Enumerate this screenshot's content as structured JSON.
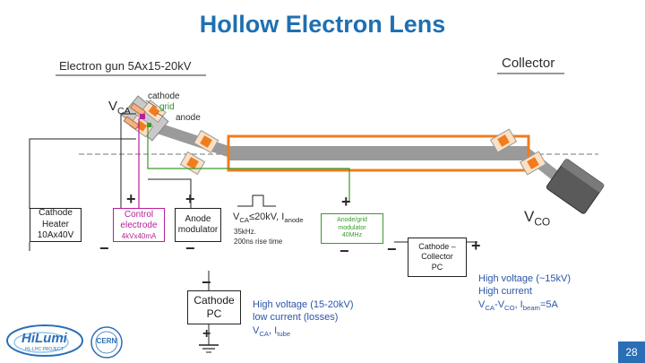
{
  "title": "Hollow Electron Lens",
  "labels": {
    "electron_gun": "Electron gun 5Ax15-20kV",
    "collector": "Collector",
    "vca": "V",
    "vca_sub": "CA",
    "vco": "V",
    "vco_sub": "CO",
    "cathode": "cathode",
    "grid": "grid",
    "anode": "anode"
  },
  "boxes": {
    "cathode_heater": {
      "line1": "Cathode",
      "line2": "Heater",
      "line3": "10Ax40V"
    },
    "control_electrode": {
      "line1": "Control",
      "line2": "electrode",
      "line3": "4kVx40mA"
    },
    "anode_modulator": {
      "line1": "Anode",
      "line2": "modulator"
    },
    "anode_grid_modulator": {
      "line1": "Anode/grid",
      "line2": "modulator",
      "line3": "40MHz"
    },
    "cathode_collector_pc": {
      "line1": "Cathode –",
      "line2": "Collector",
      "line3": "PC"
    },
    "cathode_pc": {
      "line1": "Cathode",
      "line2": "PC"
    }
  },
  "pulse": {
    "v": "V",
    "v_sub": "CA",
    "text": "≤20kV, I",
    "i_sub": "anode",
    "freq": "35kHz.",
    "rise": "200ns rise time"
  },
  "notes": {
    "hv_low_1": "High voltage (15-20kV)",
    "hv_low_2": "low current (losses)",
    "hv_low_3a": "V",
    "hv_low_3b": "CA",
    "hv_low_3c": ", I",
    "hv_low_3d": "tube",
    "hv_high_1": "High voltage (~15kV)",
    "hv_high_2": "High current",
    "hv_high_3a": "V",
    "hv_high_3b": "CA",
    "hv_high_3c": "-V",
    "hv_high_3d": "CO",
    "hv_high_3e": ", I",
    "hv_high_3f": "beam",
    "hv_high_3g": "=5A"
  },
  "polarity": {
    "plus": "+",
    "minus": "−"
  },
  "logos": {
    "hilumi": "HiLumi",
    "hilumi_sub": "HL-LHC PROJECT",
    "cern": "CERN"
  },
  "page_number": "28",
  "colors": {
    "title": "#1f6fb2",
    "magnet": "#f07c1e",
    "beam": "#8c8c8c",
    "control_wire": "#b81e9a",
    "anode_wire": "#3a9a2a",
    "collector": "#5a5a5a"
  }
}
